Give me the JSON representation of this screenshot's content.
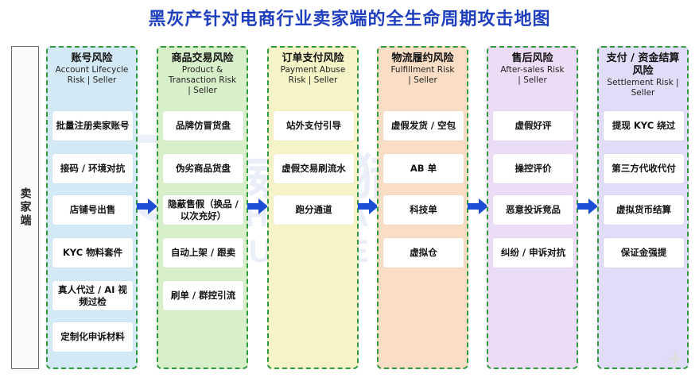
{
  "title": "黑灰产针对电商行业卖家端的全生命周期攻击地图",
  "side_label": "卖家端",
  "watermark": {
    "main": "威胁猎人",
    "sub": "THREAT HUNTER"
  },
  "colors": {
    "title": "#1f3fbf",
    "border": "#2f9a3e",
    "arrow": "#1d4fd6"
  },
  "columns": [
    {
      "cn": "账号风险",
      "en": [
        "Account Lifecycle",
        "Risk | Seller"
      ],
      "bg": "#d4e9f6",
      "cards": [
        "批量注册卖家账号",
        "接码 / 环境对抗",
        "店铺号出售",
        "KYC 物料套件",
        "真人代过 / AI 视频过检",
        "定制化申诉材料"
      ]
    },
    {
      "cn": "商品交易风险",
      "en": [
        "Product &",
        "Transaction Risk",
        "| Seller"
      ],
      "bg": "#d8f0c9",
      "cards": [
        "品牌仿冒货盘",
        "伪劣商品货盘",
        "隐蔽售假（换品 / 以次充好）",
        "自动上架 / 跟卖",
        "刷单 / 群控引流"
      ]
    },
    {
      "cn": "订单支付风险",
      "en": [
        "Payment Abuse",
        "Risk | Seller"
      ],
      "bg": "#f6f3c6",
      "cards": [
        "站外支付引导",
        "虚假交易刷流水",
        "跑分通道"
      ]
    },
    {
      "cn": "物流履约风险",
      "en": [
        "Fulfillment Risk",
        "| Seller"
      ],
      "bg": "#f9ddc4",
      "cards": [
        "虚假发货 / 空包",
        "AB 单",
        "科技单",
        "虚拟仓"
      ]
    },
    {
      "cn": "售后风险",
      "en": [
        "After-sales Risk",
        "| Seller"
      ],
      "bg": "#ecdcf5",
      "cards": [
        "虚假好评",
        "操控评价",
        "恶意投诉竞品",
        "纠纷 / 申诉对抗"
      ]
    },
    {
      "cn": "支付 / 资金结算风险",
      "en": [
        "Settlement Risk |",
        "Seller"
      ],
      "bg": "#e1dcf7",
      "cards": [
        "提现 KYC 绕过",
        "第三方代收代付",
        "虚拟货币结算",
        "保证金强提"
      ]
    }
  ]
}
